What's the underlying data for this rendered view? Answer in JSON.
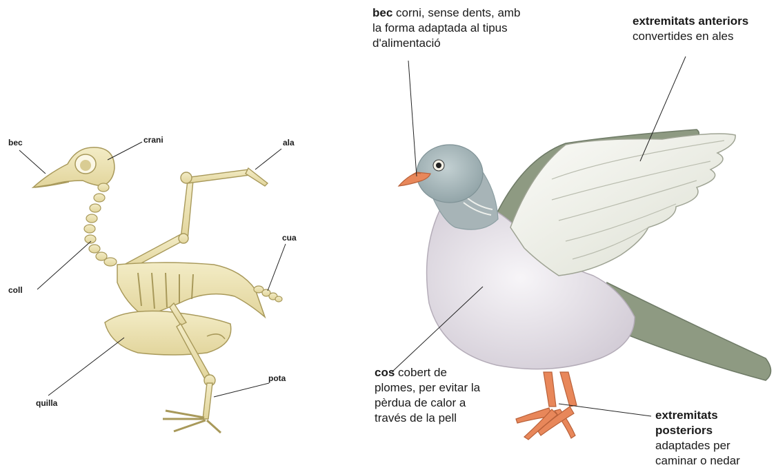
{
  "skeleton": {
    "labels": {
      "bec": "bec",
      "crani": "crani",
      "ala": "ala",
      "cua": "cua",
      "coll": "coll",
      "quilla": "quilla",
      "pota": "pota"
    }
  },
  "pigeon": {
    "beak": {
      "term": "bec",
      "line1": "corni, sense dents, amb",
      "line2": "la forma adaptada al tipus",
      "line3": "d'alimentació"
    },
    "wings": {
      "term": "extremitats anteriors",
      "line1": "convertides en ales"
    },
    "body": {
      "term": "cos",
      "line1": "cobert de",
      "line2": "plomes, per evitar la",
      "line3": "pèrdua de calor a",
      "line4": "través de la pell"
    },
    "legs": {
      "term1": "extremitats",
      "term2": "posteriors",
      "line1": "adaptades per",
      "line2": "caminar o nedar"
    }
  },
  "colors": {
    "bone": "#ece3b4",
    "bone_stroke": "#a8995a",
    "pigeon_body": "#e9e6ec",
    "pigeon_head": "#9fb0b4",
    "pigeon_neck": "#7fa59c",
    "pigeon_feet": "#e8875a",
    "leader_line": "#222222"
  }
}
